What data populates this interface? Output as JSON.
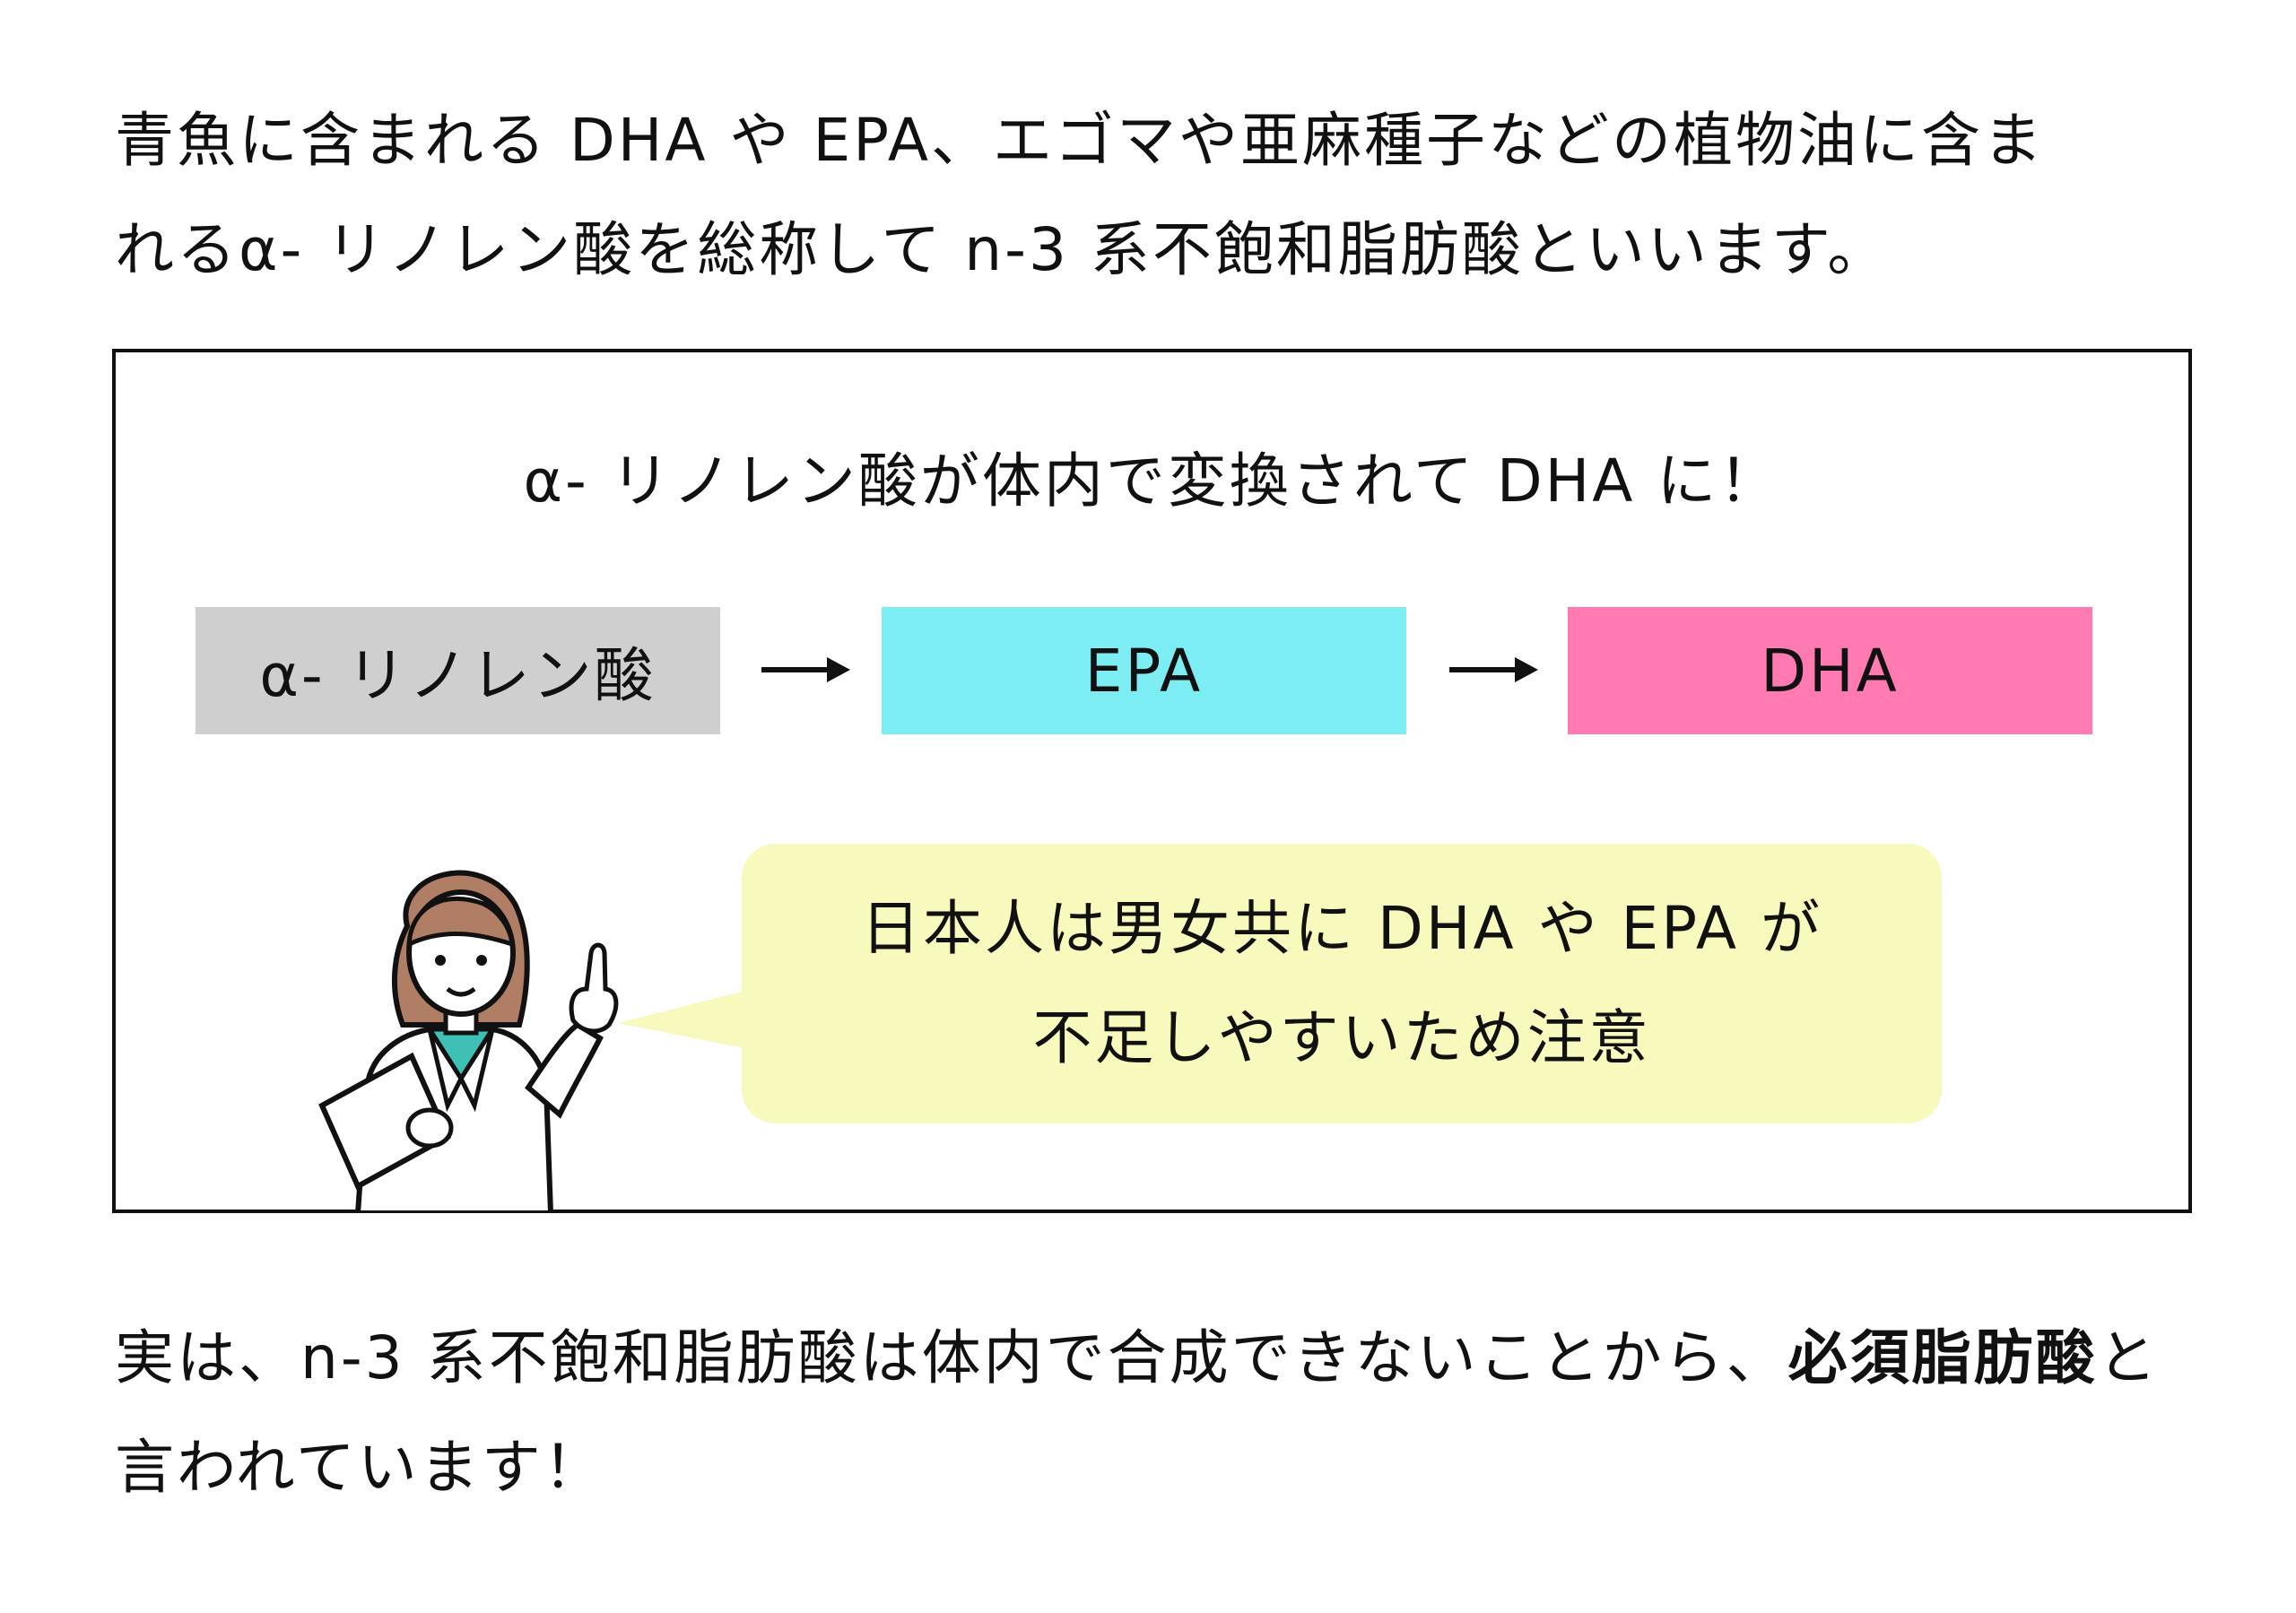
{
  "intro": {
    "line1": "青魚に含まれる DHA や EPA、エゴマや亜麻種子などの植物油に含ま",
    "line2": "れるα- リノレン酸を総称して n-3 系不飽和脂肪酸といいます。"
  },
  "panel": {
    "title": "α- リノレン酸が体内で変換されて DHA に！",
    "flow": [
      {
        "label": "α- リノレン酸",
        "color": "#cfcfcf"
      },
      {
        "label": "EPA",
        "color": "#7ceef3"
      },
      {
        "label": "DHA",
        "color": "#ff7ab0"
      }
    ],
    "bubble": {
      "line1": "日本人は男女共に DHA や EPA が",
      "line2": "不足しやすいため注意",
      "color": "#f7f9bd"
    }
  },
  "conclusion": {
    "text": "実は、n-3 系不飽和脂肪酸は体内で合成できないことから、",
    "bold": "必須脂肪酸",
    "tail": "と言われています！"
  },
  "icons": [
    "arrow-right-icon",
    "doctor-illustration-icon"
  ]
}
